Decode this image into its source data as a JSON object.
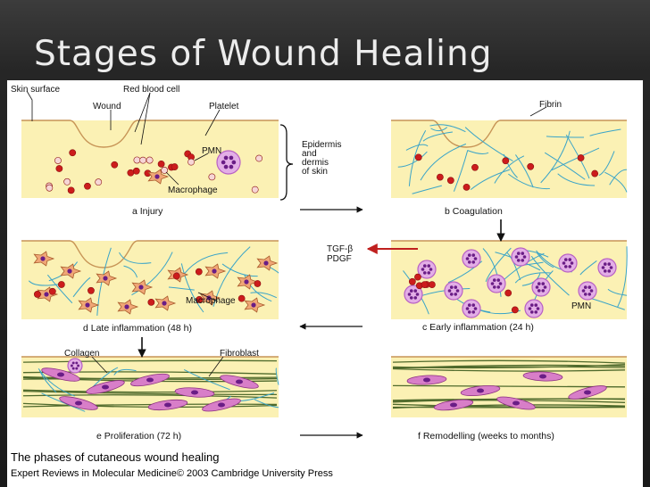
{
  "slide": {
    "title": "Stages of Wound Healing"
  },
  "labels": {
    "skin_surface": "Skin surface",
    "red_blood_cell": "Red blood cell",
    "wound": "Wound",
    "platelet": "Platelet",
    "pmn": "PMN",
    "epidermis": [
      "Epidermis",
      "and",
      "dermis",
      "of skin"
    ],
    "macrophage": "Macrophage",
    "fibrin": "Fibrin",
    "tgf": "TGF-β",
    "pdgf": "PDGF",
    "collagen": "Collagen",
    "fibroblast": "Fibroblast"
  },
  "captions": {
    "a": "a Injury",
    "b": "b Coagulation",
    "c": "c Early inflammation (24 h)",
    "d": "d Late inflammation (48 h)",
    "e": "e Proliferation (72 h)",
    "f": "f Remodelling (weeks to months)"
  },
  "footer": {
    "title": "The phases of cutaneous wound healing",
    "source": "Expert Reviews in Molecular Medicine© 2003 Cambridge University Press"
  },
  "colors": {
    "skin": "#fbf1b4",
    "surface_line": "#c79456",
    "red_cell": "#cc1c1c",
    "fibrin": "#3aa4c8",
    "cell_purple": "#b860c4",
    "cell_fill": "#e3aee6",
    "nucleus": "#6a1d86",
    "collagen": "#4f6a2c",
    "arrow_red": "#c0201f"
  }
}
